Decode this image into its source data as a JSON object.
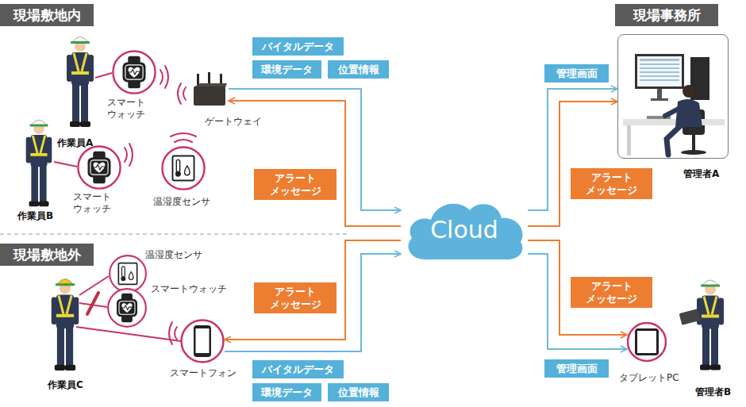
{
  "diagram": {
    "nodes": [
      {
        "text": [
          "現場敷地内"
        ]
      },
      {
        "text": [
          "現場事務所"
        ]
      },
      {
        "text": [
          "スマート ウォッチ"
        ]
      },
      {
        "text": [
          "バイタルデータ"
        ]
      },
      {
        "text": [
          "環境データ"
        ]
      },
      {
        "text": [
          "位置情報"
        ]
      },
      {
        "text": [
          "ゲートウェイ"
        ]
      },
      {
        "text": [
          "管理画面"
        ]
      },
      {
        "text": [
          "管理者A"
        ]
      },
      {
        "text": [
          "スマート ウォッチ"
        ]
      },
      {
        "text": [
          "温湿度センサ"
        ]
      },
      {
        "text": [
          "アラート メッセージ"
        ]
      },
      {
        "text": [
          "アラート メッセージ"
        ]
      },
      {
        "text": [
          "Cloud"
        ]
      },
      {
        "text": [
          "現場敷地外"
        ]
      },
      {
        "text": [
          "温湿度センサ"
        ]
      },
      {
        "text": [
          "スマートウォッチ"
        ]
      },
      {
        "text": [
          "アラート メッセージ"
        ]
      },
      {
        "text": [
          "アラート メッセージ"
        ]
      },
      {
        "text": [
          "スマートフォン"
        ]
      },
      {
        "text": [
          "タブレットPC"
        ]
      },
      {
        "text": [
          "管理画面"
        ]
      },
      {
        "text": [
          "バイタルデータ"
        ]
      },
      {
        "text": [
          "環境データ"
        ]
      },
      {
        "text": [
          "位置情報"
        ]
      }
    ],
    "edges": [
      {
        "from": 6,
        "to": 13,
        "arrow": "to"
      },
      {
        "from": 13,
        "to": 6,
        "arrow": "to"
      },
      {
        "from": 19,
        "to": 13,
        "arrow": "to"
      },
      {
        "from": 13,
        "to": 19,
        "arrow": "to"
      },
      {
        "from": 13,
        "to": 8,
        "arrow": "to"
      },
      {
        "from": 13,
        "to": 8,
        "arrow": "to"
      },
      {
        "from": 13,
        "to": 20,
        "arrow": "to"
      },
      {
        "from": 13,
        "to": 20,
        "arrow": "to"
      }
    ],
    "labels": [
      "作業員A",
      "作業員B",
      "作業員C",
      "管理者B"
    ]
  }
}
